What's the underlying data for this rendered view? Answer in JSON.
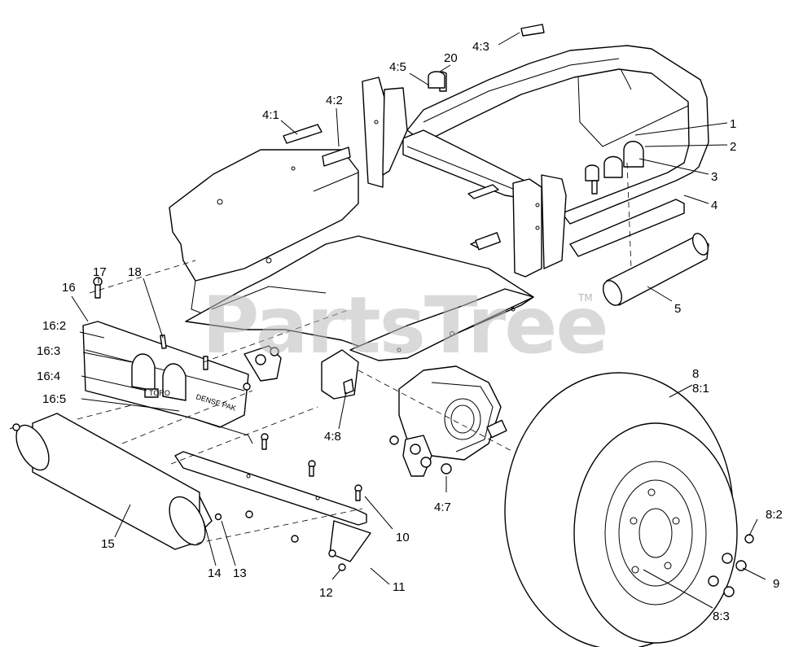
{
  "watermark": {
    "brand": "PartsTree",
    "mark": "TM"
  },
  "decal": {
    "brand_text": "DENSE PAK",
    "small_text": "TORO"
  },
  "callouts": {
    "c1": "1",
    "c2": "2",
    "c3": "3",
    "c4": "4",
    "c4_1": "4:1",
    "c4_2": "4:2",
    "c4_3": "4:3",
    "c4_5": "4:5",
    "c4_7": "4:7",
    "c4_8": "4:8",
    "c5": "5",
    "c8": "8",
    "c8_1": "8:1",
    "c8_2": "8:2",
    "c8_3": "8:3",
    "c9": "9",
    "c10": "10",
    "c11": "11",
    "c12": "12",
    "c13": "13",
    "c14": "14",
    "c15": "15",
    "c16": "16",
    "c16_2": "16:2",
    "c16_3": "16:3",
    "c16_4": "16:4",
    "c16_5": "16:5",
    "c17": "17",
    "c18": "18",
    "c20": "20"
  }
}
